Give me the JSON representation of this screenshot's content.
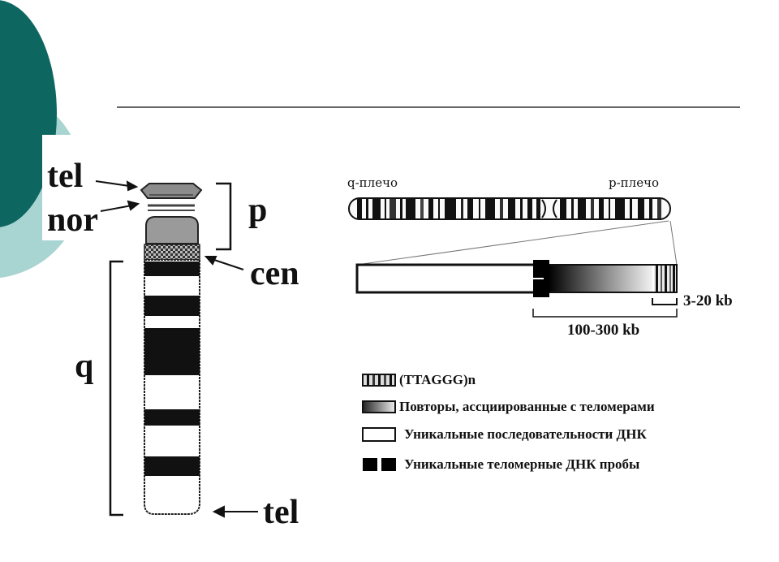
{
  "slide": {
    "colors": {
      "teal_dark": "#0e6661",
      "teal_light": "#a8d4d1",
      "rule": "#333333"
    }
  },
  "chromosome": {
    "labels": {
      "tel_top": "tel",
      "nor": "nor",
      "p": "p",
      "cen": "cen",
      "q": "q",
      "tel_bottom": "tel"
    }
  },
  "telomere_map": {
    "q_arm": "q-плечо",
    "p_arm": "p-плечо",
    "size_small": "3-20 kb",
    "size_large": "100-300 kb"
  },
  "legend": [
    {
      "icon": "ttaggg-repeat-swatch",
      "label": "(TTAGGG)n"
    },
    {
      "icon": "telomere-associated-repeats-swatch",
      "label": "Повторы, ассциированные с теломерами"
    },
    {
      "icon": "unique-sequence-swatch",
      "label": "Уникальные последовательности ДНК"
    },
    {
      "icon": "telomere-probe-swatch",
      "label": "Уникальные теломерные ДНК пробы"
    }
  ]
}
